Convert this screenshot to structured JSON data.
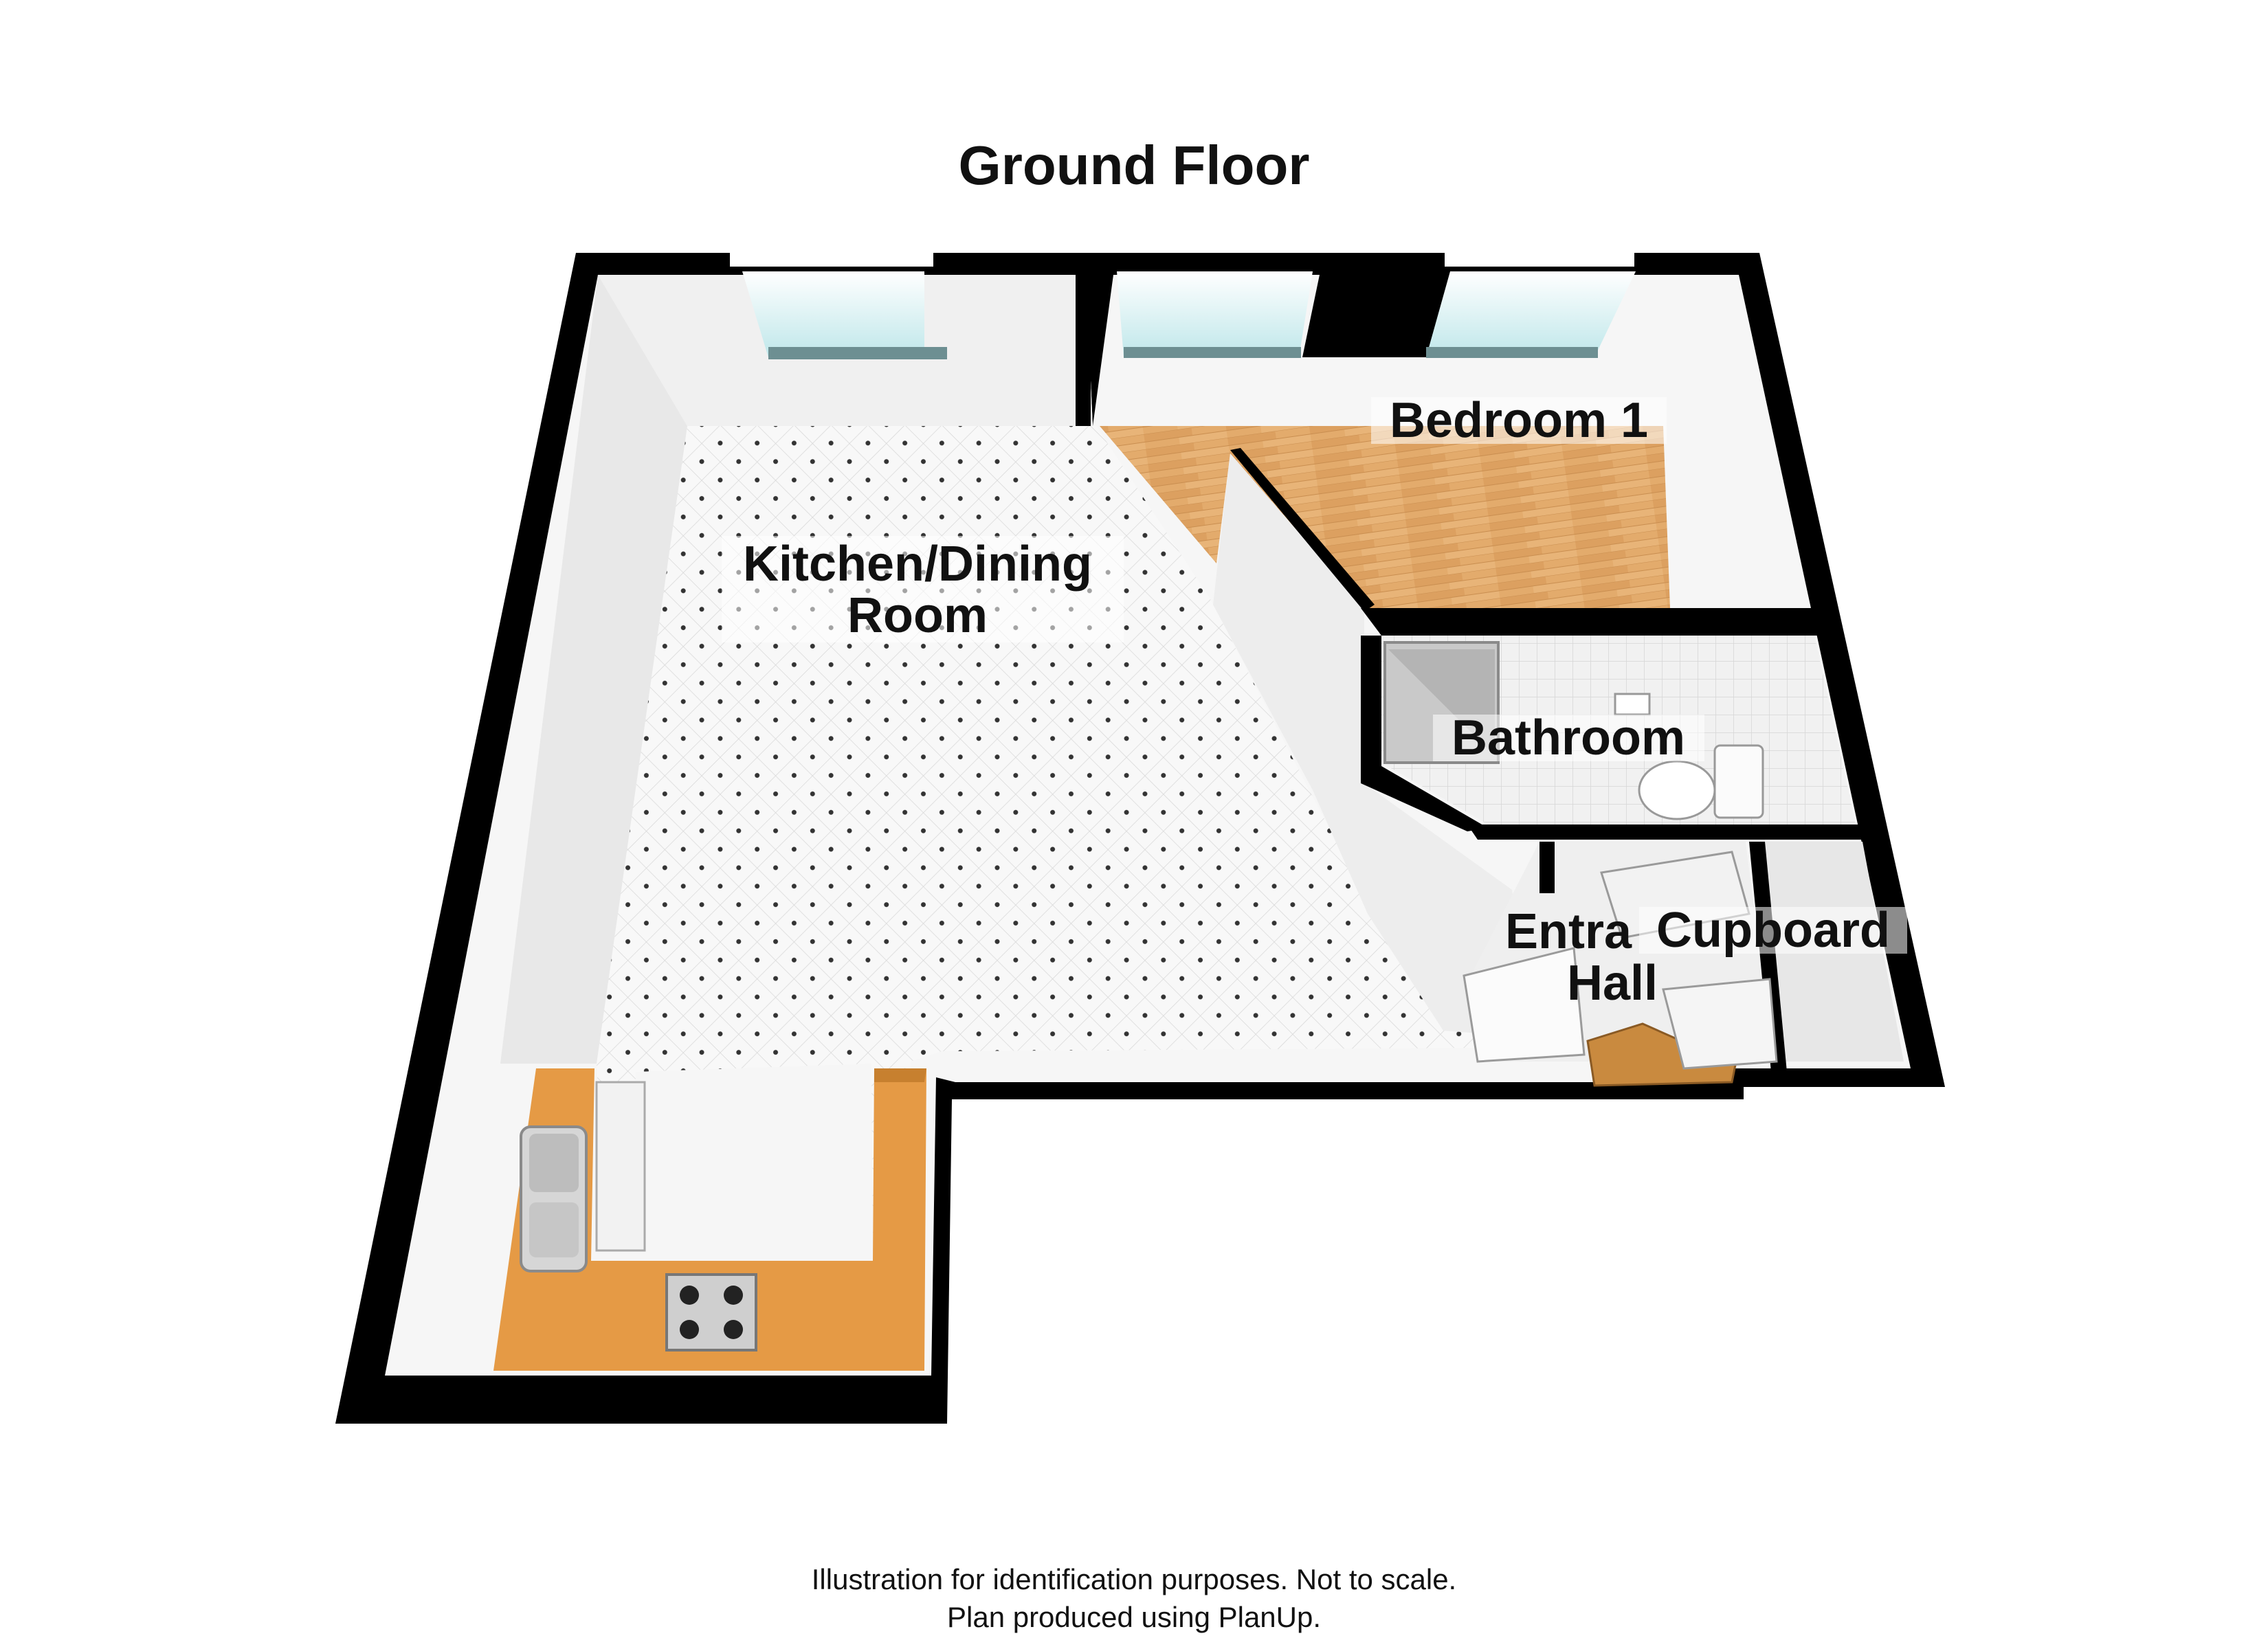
{
  "plan": {
    "title": "Ground Floor",
    "rooms": {
      "kitchen_dining_line1": "Kitchen/Dining",
      "kitchen_dining_line2": "Room",
      "bedroom_1": "Bedroom 1",
      "bathroom": "Bathroom",
      "entrance_line1": "Entra",
      "entrance_line2": "Hall",
      "cupboard": "Cupboard"
    },
    "notes": {
      "line1": "Illustration for identification purposes. Not to scale.",
      "line2": "Plan produced using PlanUp."
    }
  },
  "colors": {
    "wall": "#000000",
    "wall_face": "#f4f4f4",
    "tile_floor": "#f7f7f7",
    "wood_floor": "#e0a868",
    "worktop": "#e59a45",
    "window_glass": "#cfeef0",
    "bathroom_tile": "#efefef"
  }
}
